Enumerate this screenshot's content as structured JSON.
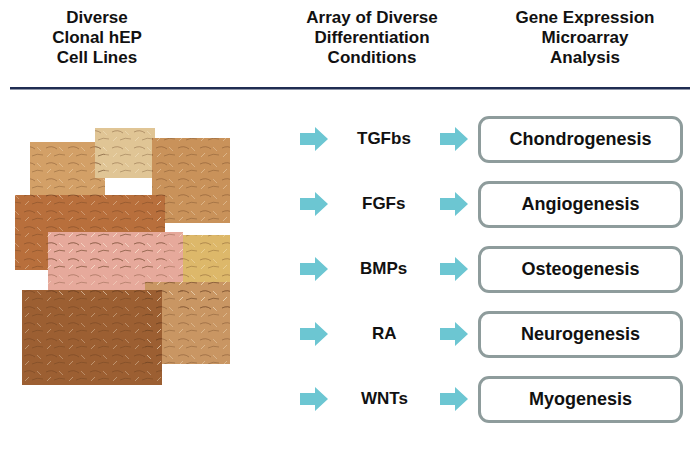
{
  "diagram": {
    "nodes": [
      {
        "text": [
          "Chondrogenesis"
        ]
      },
      {
        "text": [
          "Angiogenesis"
        ]
      },
      {
        "text": [
          "Osteogenesis"
        ]
      },
      {
        "text": [
          "Neurogenesis"
        ]
      },
      {
        "text": [
          "Myogenesis"
        ]
      }
    ],
    "labels": [
      "Diverse Clonal hEP Cell Lines",
      "Array of Diverse Differentiation Conditions",
      "Gene Expression Microarray Analysis",
      "TGFbs",
      "FGFs",
      "BMPs",
      "RA",
      "WNTs"
    ]
  }
}
